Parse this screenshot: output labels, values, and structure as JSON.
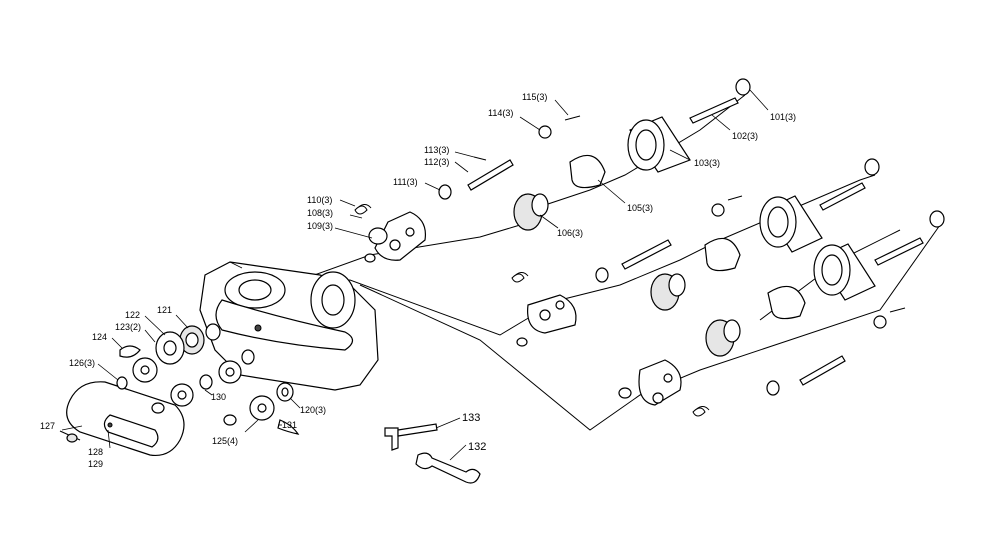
{
  "labels": {
    "l101": "101(3)",
    "l102": "102(3)",
    "l103": "103(3)",
    "l105": "105(3)",
    "l106": "106(3)",
    "l108": "108(3)",
    "l109": "109(3)",
    "l110": "110(3)",
    "l111": "111(3)",
    "l112": "112(3)",
    "l113": "113(3)",
    "l114": "114(3)",
    "l115": "115(3)",
    "l120": "120(3)",
    "l121": "121",
    "l122": "122",
    "l123": "123(2)",
    "l124": "124",
    "l125": "125(4)",
    "l126": "126(3)",
    "l127": "127",
    "l128": "128",
    "l129": "129",
    "l130": "130",
    "l131": "131",
    "l132": "132",
    "l133": "133"
  }
}
